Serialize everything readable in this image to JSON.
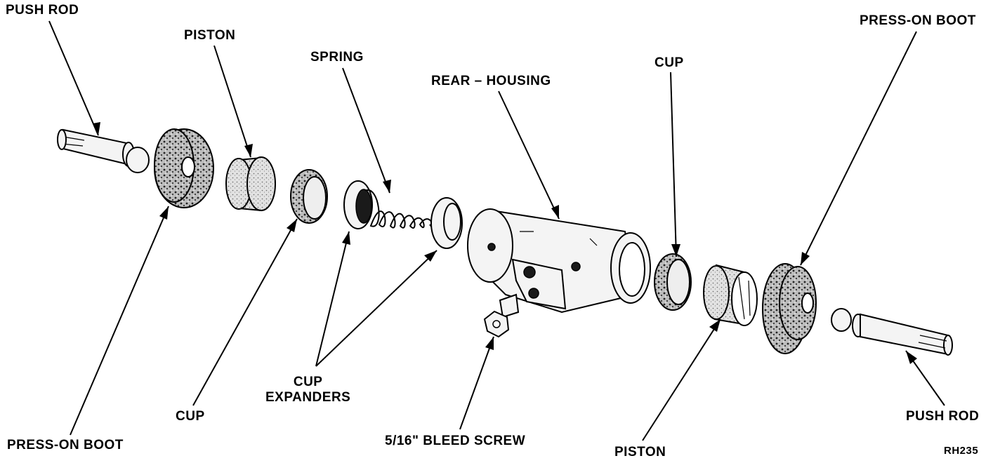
{
  "labels": {
    "push_rod_left": "PUSH ROD",
    "piston_top": "PISTON",
    "spring": "SPRING",
    "rear_housing": "REAR – HOUSING",
    "cup_top": "CUP",
    "press_on_boot_top": "PRESS-ON BOOT",
    "press_on_boot_bottom": "PRESS-ON BOOT",
    "cup_bottom": "CUP",
    "cup_expanders": "CUP\nEXPANDERS",
    "bleed_screw": "5/16\" BLEED SCREW",
    "piston_bottom": "PISTON",
    "push_rod_right": "PUSH ROD",
    "figure_code": "RH235"
  },
  "parts": [
    "push-rod-left",
    "press-on-boot-left",
    "piston-left",
    "cup-left",
    "cup-expander-left",
    "spring",
    "cup-expander-right",
    "rear-housing",
    "bleed-screw",
    "cup-right",
    "piston-right",
    "press-on-boot-right",
    "push-rod-right"
  ]
}
